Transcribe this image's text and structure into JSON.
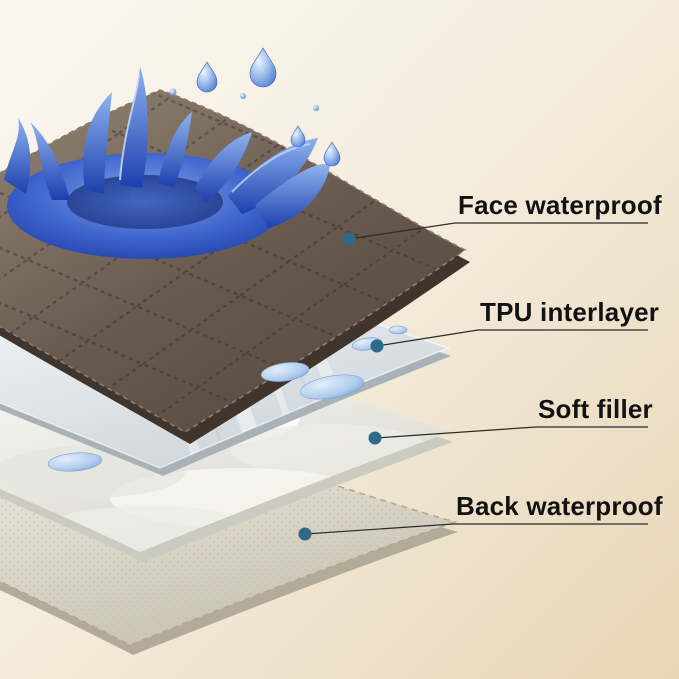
{
  "annotations": [
    {
      "label": "Face waterproof"
    },
    {
      "label": "TPU interlayer"
    },
    {
      "label": "Soft filler"
    },
    {
      "label": "Back waterproof"
    }
  ],
  "illustration": {
    "layer_names": [
      "face-waterproof-layer",
      "tpu-interlayer-layer",
      "soft-filler-layer",
      "back-waterproof-layer"
    ],
    "graphic_elements": [
      "water-splash",
      "water-droplets",
      "water-beads"
    ]
  },
  "colors": {
    "background_top_left": "#fbf8f1",
    "background_bottom_right": "#e8d5b6",
    "marker_dot": "#2f6b88",
    "leader_line": "#2b2b2b",
    "label_text": "#121212",
    "face_layer_brown": "#6b5c50",
    "water_blue": "#2a50c8",
    "tpu_layer": "#e7ebee",
    "soft_filler": "#f6f6f1",
    "back_layer": "#e2ddd0"
  }
}
